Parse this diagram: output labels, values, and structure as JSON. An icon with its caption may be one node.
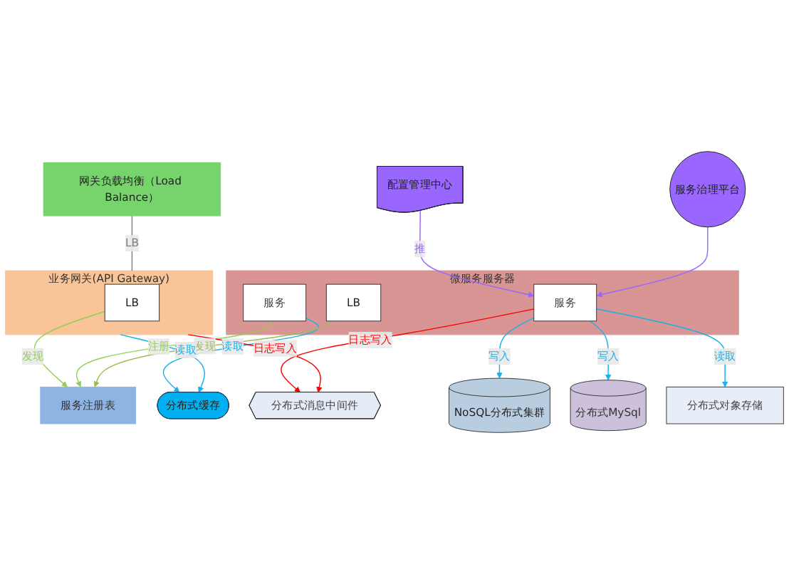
{
  "diagram": {
    "nodes": [
      {
        "text": [
          "网关负载均衡（Load Balance）"
        ]
      },
      {
        "text": [
          "业务网关(API Gateway)"
        ]
      },
      {
        "text": [
          "LB"
        ],
        "in": 1
      },
      {
        "text": [
          "服务注册表"
        ]
      },
      {
        "text": [
          "分布式缓存"
        ]
      },
      {
        "text": [
          "微服务服务器"
        ]
      },
      {
        "text": [
          "服务"
        ],
        "in": 5
      },
      {
        "text": [
          "服务"
        ],
        "in": 5
      },
      {
        "text": [
          "LB"
        ],
        "in": 5
      },
      {
        "text": [
          "NoSQL分布式集群"
        ]
      },
      {
        "text": [
          "分布式MySql"
        ]
      },
      {
        "text": [
          "分布式消息中间件"
        ]
      },
      {
        "text": [
          "分布式对象存储"
        ]
      },
      {
        "text": [
          "配置管理中心"
        ]
      },
      {
        "text": [
          "服务治理平台"
        ]
      }
    ],
    "edges": [
      {
        "from": 0,
        "to": 1,
        "arrow": "none",
        "label": "LB",
        "color": "#7f7f7f"
      },
      {
        "from": 1,
        "to": 4,
        "arrow": "to",
        "label": "读取"
      },
      {
        "from": 2,
        "to": 3,
        "arrow": "to",
        "label": "发现",
        "color": "#92d050"
      },
      {
        "from": 6,
        "to": 3,
        "arrow": "to",
        "label": "注册",
        "color": "#92d050"
      },
      {
        "from": 6,
        "to": 4,
        "arrow": "to",
        "label": "读取"
      },
      {
        "from": 7,
        "to": 9,
        "arrow": "to",
        "label": "写入"
      },
      {
        "from": 7,
        "to": 10,
        "arrow": "to",
        "label": "写入"
      },
      {
        "from": 7,
        "to": 12,
        "arrow": "to",
        "label": "读取"
      },
      {
        "from": 8,
        "to": 3,
        "arrow": "to",
        "label": "发现",
        "color": "#9bbb59"
      },
      {
        "from": 7,
        "to": 11,
        "arrow": "to",
        "label": "日志写入",
        "color": "#ff0000"
      },
      {
        "from": 1,
        "to": 11,
        "arrow": "to",
        "label": "日志写入",
        "color": "#ff0000"
      },
      {
        "from": 13,
        "to": 7,
        "arrow": "to",
        "label": "推",
        "color": "#9966ff"
      },
      {
        "from": 14,
        "to": 7,
        "arrow": "to",
        "color": "#9966ff"
      }
    ]
  }
}
